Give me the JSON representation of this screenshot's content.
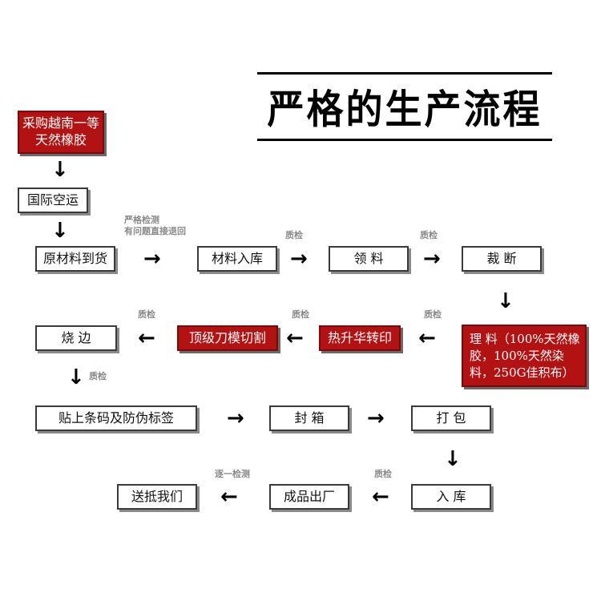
{
  "title": "严格的生产流程",
  "steps": {
    "source": "采购越南一等天然橡胶",
    "airfreight": "国际空运",
    "rawmaterial": "原材料到货",
    "warehouse_in": "材料入库",
    "pick": "领 料",
    "cut": "裁 断",
    "sort": "理 料（100%天然橡胶，100%天然染料，250G佳积布）",
    "heat_transfer": "热升华转印",
    "die_cut": "顶级刀模切割",
    "edge_burn": "烧 边",
    "label": "贴上条码及防伪标签",
    "seal": "封 箱",
    "pack": "打 包",
    "stock_in": "入 库",
    "exfactory": "成品出厂",
    "deliver": "送抵我们"
  },
  "notes": {
    "strict_check": "严格检测",
    "return_note": "有问题直接退回",
    "qc": "质检",
    "item_check": "逐一检测"
  },
  "colors": {
    "accent_red": "#b31212",
    "note_gray": "#8a8a8a"
  }
}
